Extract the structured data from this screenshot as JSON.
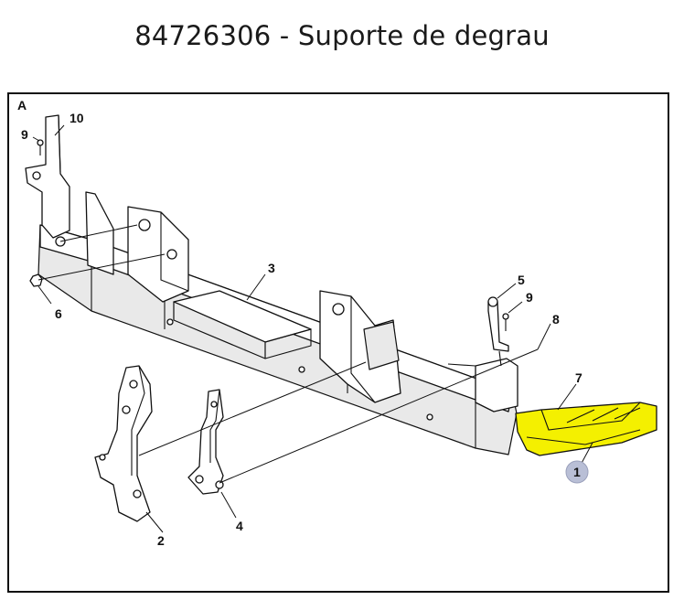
{
  "title": "84726306 - Suporte de degrau",
  "view_label": "A",
  "highlight_color": "#f4f000",
  "callout_badge_color": "#b9bfd6",
  "callouts": [
    "1",
    "2",
    "3",
    "4",
    "5",
    "6",
    "7",
    "8",
    "9",
    "9",
    "10"
  ]
}
